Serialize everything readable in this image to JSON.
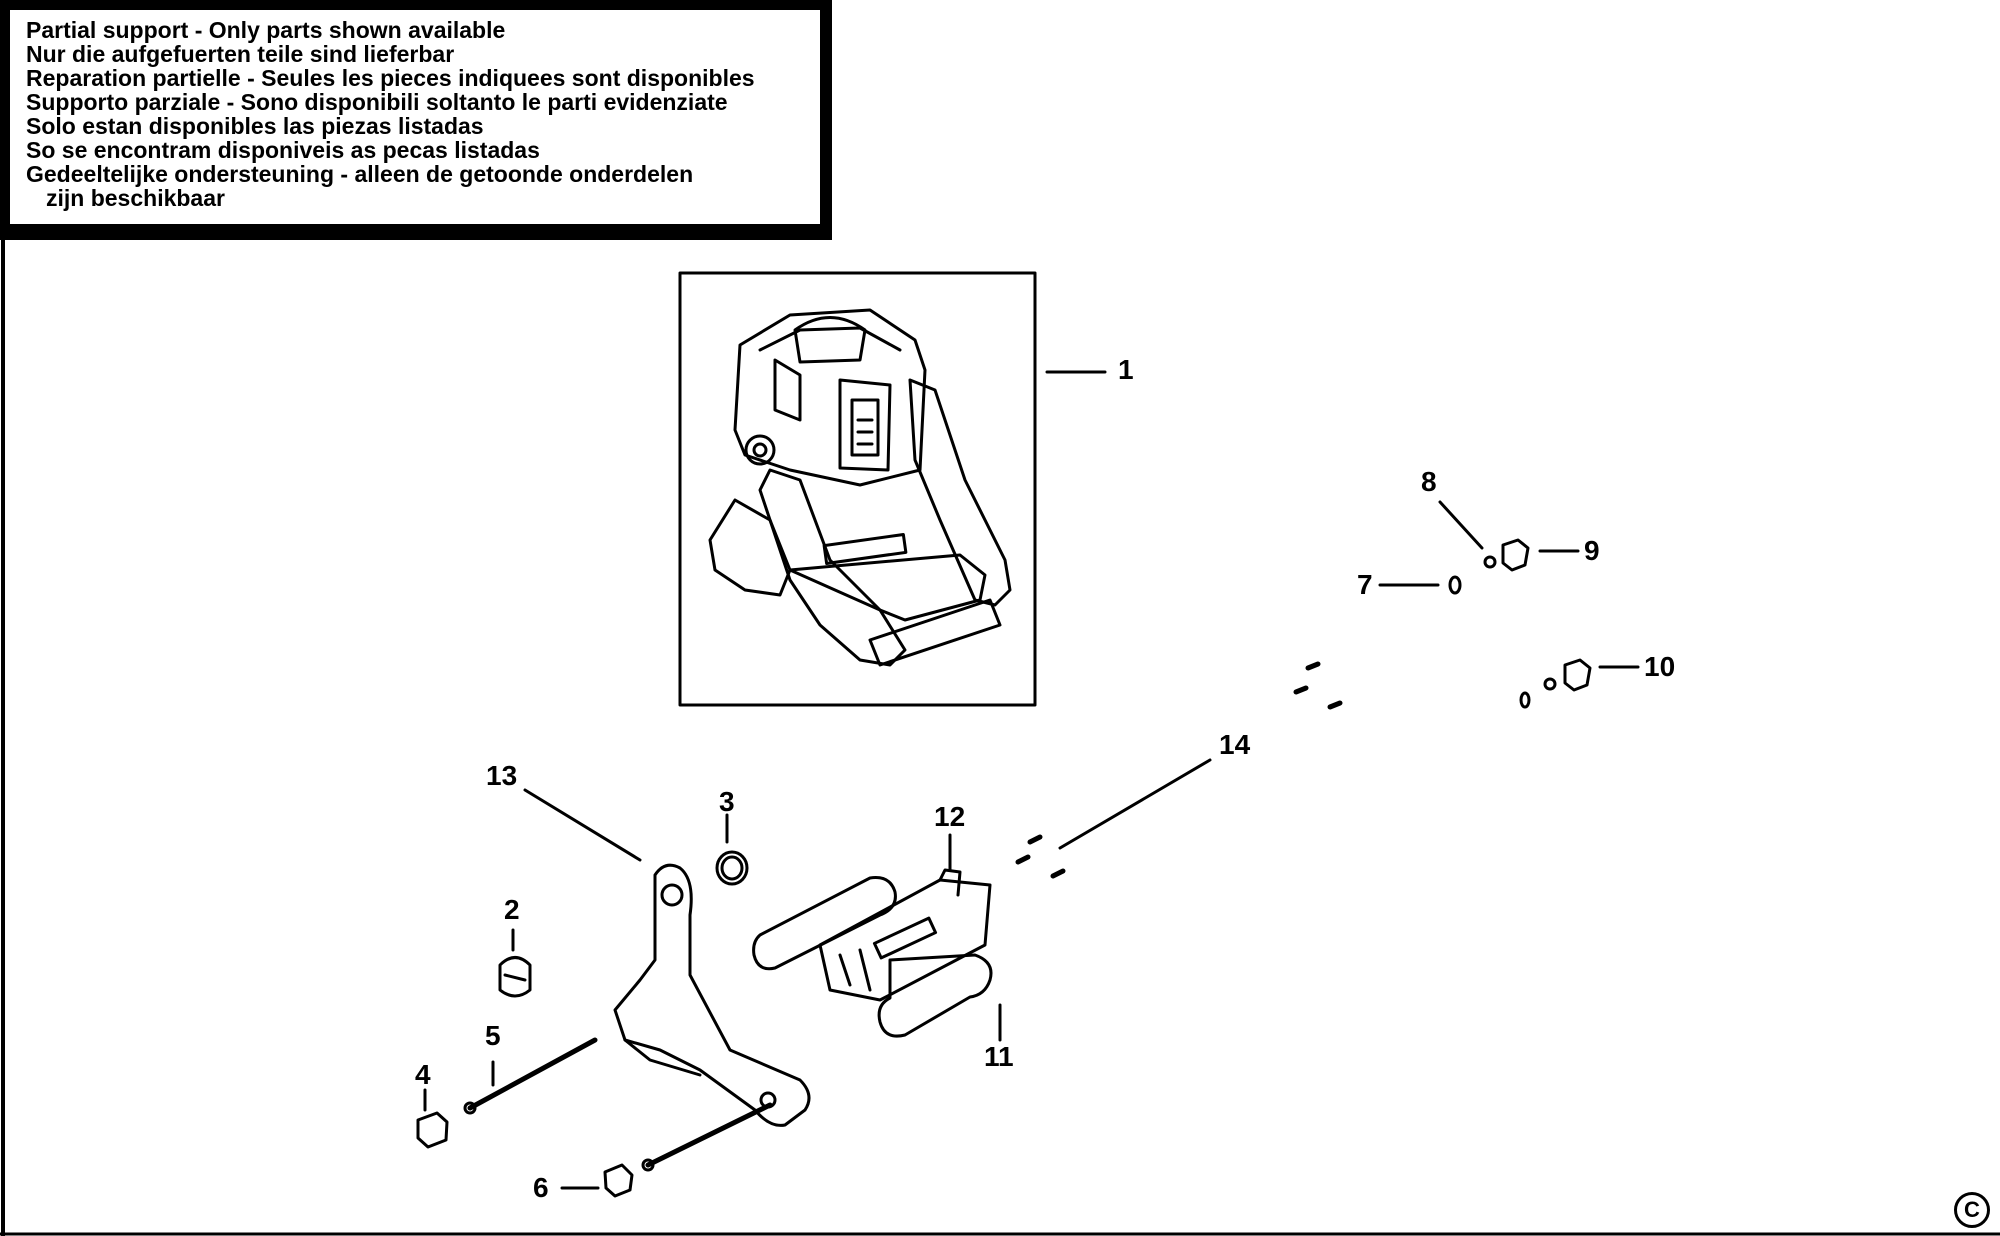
{
  "notice": {
    "lines": [
      "Partial support - Only parts shown available",
      "Nur die aufgefuerten teile sind lieferbar",
      "Reparation partielle - Seules les pieces indiquees sont disponibles",
      "Supporto parziale - Sono disponibili soltanto le parti evidenziate",
      "Solo estan disponibles las piezas listadas",
      "So se encontram disponiveis as pecas listadas",
      "Gedeeltelijke ondersteuning - alleen de getoonde onderdelen",
      "zijn beschikbaar"
    ]
  },
  "callouts": {
    "p1": "1",
    "p2": "2",
    "p3": "3",
    "p4": "4",
    "p5": "5",
    "p6": "6",
    "p7": "7",
    "p8": "8",
    "p9": "9",
    "p10": "10",
    "p11": "11",
    "p12": "12",
    "p13": "13",
    "p14": "14"
  },
  "copyright_symbol": "C"
}
